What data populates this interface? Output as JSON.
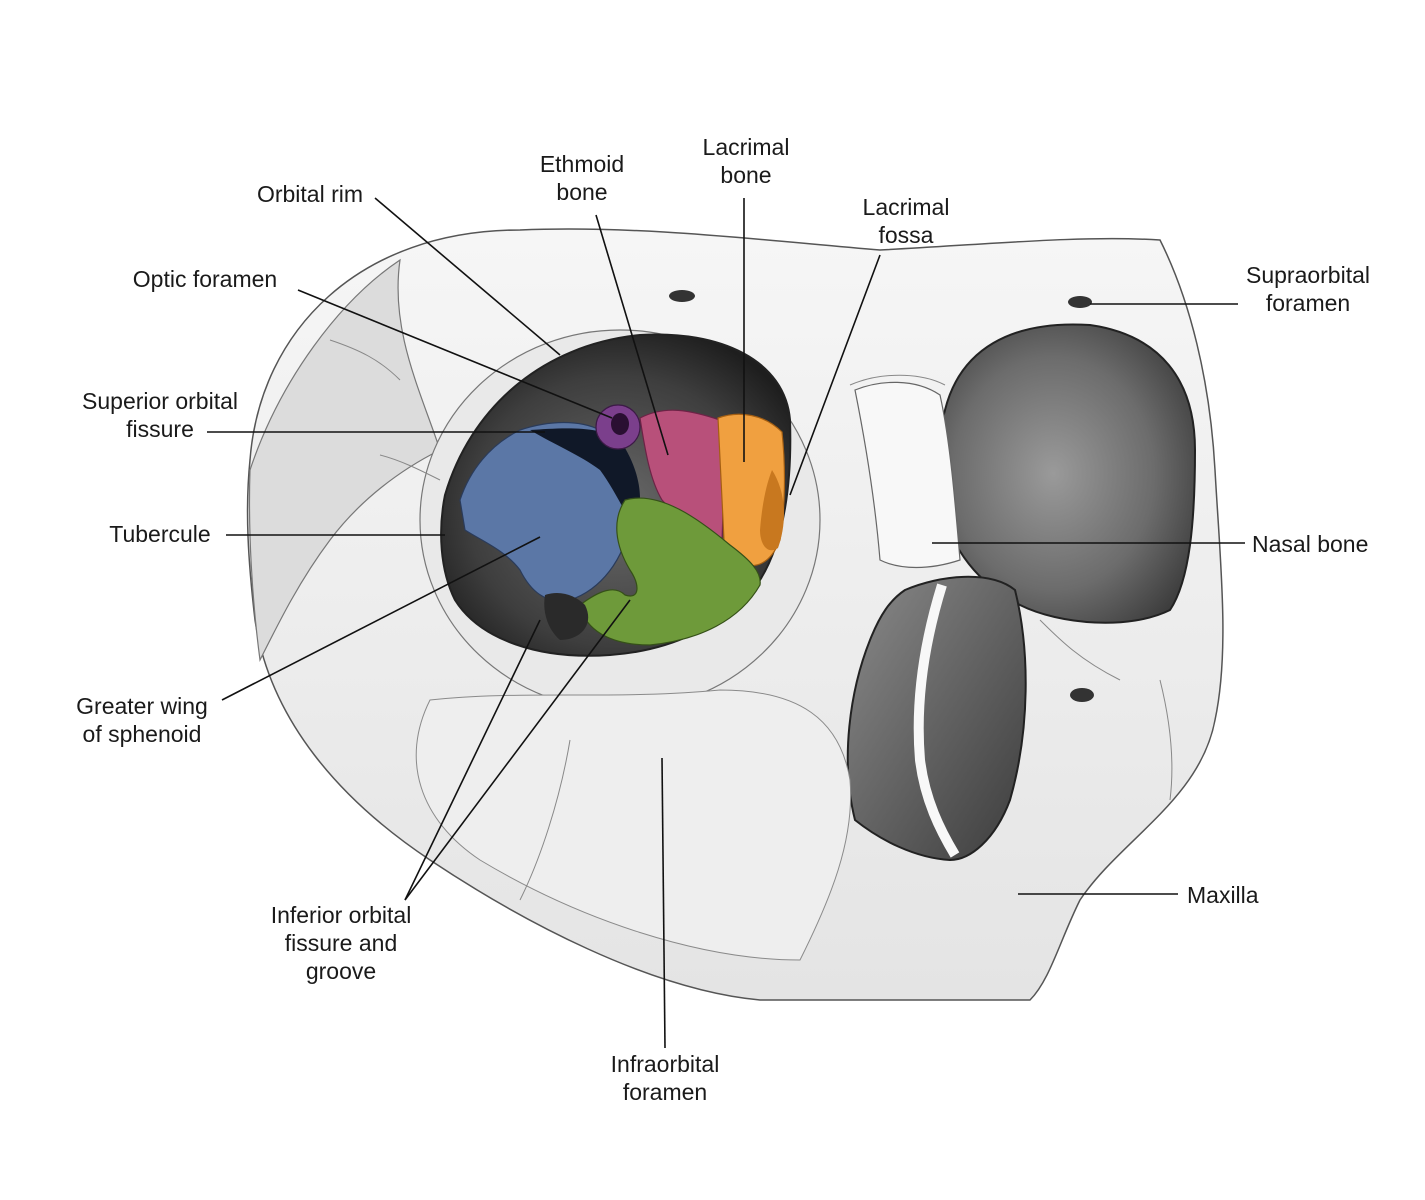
{
  "labels": {
    "orbital_rim": [
      "Orbital rim"
    ],
    "optic_foramen": [
      "Optic foramen"
    ],
    "superior_orbital_fissure": [
      "Superior orbital",
      "fissure"
    ],
    "tubercule": [
      "Tubercule"
    ],
    "greater_wing": [
      "Greater wing",
      "of sphenoid"
    ],
    "inferior_orbital_fissure": [
      "Inferior orbital",
      "fissure and",
      "groove"
    ],
    "infraorbital_foramen": [
      "Infraorbital",
      "foramen"
    ],
    "ethmoid_bone": [
      "Ethmoid",
      "bone"
    ],
    "lacrimal_bone": [
      "Lacrimal",
      "bone"
    ],
    "lacrimal_fossa": [
      "Lacrimal",
      "fossa"
    ],
    "supraorbital_foramen": [
      "Supraorbital",
      "foramen"
    ],
    "nasal_bone": [
      "Nasal bone"
    ],
    "maxilla": [
      "Maxilla"
    ]
  },
  "colors": {
    "sphenoid": "#5b77a6",
    "palatine_optic": "#7b3f8c",
    "ethmoid": "#b8507a",
    "lacrimal": "#f0a040",
    "maxilla_floor": "#6e9a3a",
    "orbit_dark": "#3a3a3a",
    "bone": "#f2f2f2"
  }
}
